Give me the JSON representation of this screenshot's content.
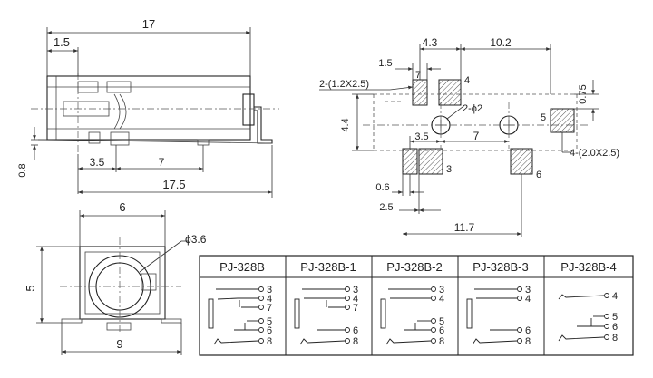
{
  "side_view": {
    "dim_total_length": "17",
    "dim_left_offset": "1.5",
    "dim_height": "0.8",
    "dim_pin_pitch_a": "3.5",
    "dim_pin_pitch_b": "7",
    "dim_body_length": "17.5"
  },
  "front_view": {
    "dim_width_top": "6",
    "dim_hole_diameter": "ϕ3.6",
    "dim_height_left": "5",
    "dim_width_bottom": "9"
  },
  "footprint": {
    "dim_top_a": "4.3",
    "dim_top_b": "10.2",
    "dim_small_offset": "1.5",
    "label_small_pads": "2-(1.2X2.5)",
    "label_holes": "2-ϕ2",
    "label_large_pads": "4-(2.0X2.5)",
    "dim_right_gap": "0.75",
    "dim_left_height": "4.4",
    "dim_hole_offset": "3.5",
    "dim_hole_pitch": "7",
    "dim_bottom_a": "0.6",
    "dim_bottom_b": "2.5",
    "dim_bottom_c": "11.7",
    "pad_numbers": [
      "7",
      "4",
      "5",
      "3",
      "6"
    ]
  },
  "variants_table": {
    "headers": [
      "PJ-328B",
      "PJ-328B-1",
      "PJ-328B-2",
      "PJ-328B-3",
      "PJ-328B-4"
    ],
    "pins": [
      [
        "3",
        "4",
        "7",
        "5",
        "6",
        "8"
      ],
      [
        "3",
        "4",
        "7",
        "6",
        "8"
      ],
      [
        "3",
        "4",
        "5",
        "6",
        "8"
      ],
      [
        "3",
        "4",
        "6",
        "8"
      ],
      [
        "4",
        "5",
        "6",
        "8"
      ]
    ]
  }
}
